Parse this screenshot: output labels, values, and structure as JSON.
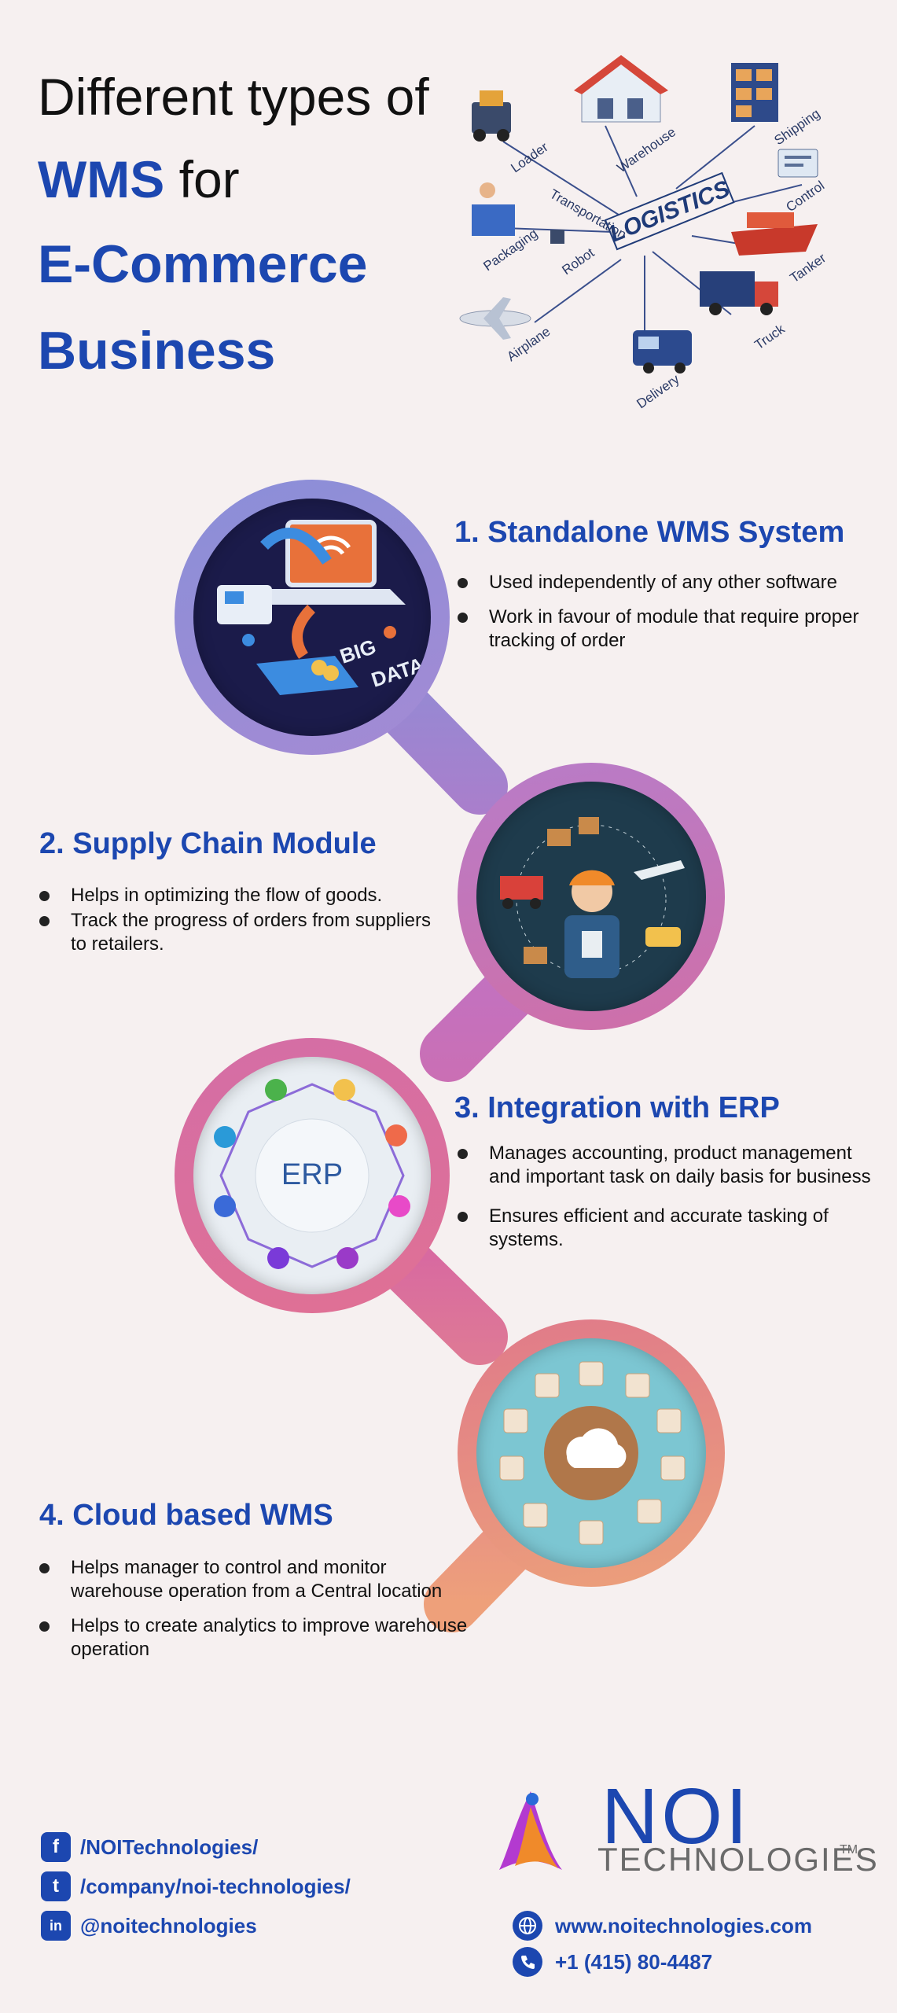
{
  "header": {
    "title_line1": "Different types of",
    "title_wms": "WMS",
    "title_for": "for",
    "title_line3": "E-Commerce",
    "title_line4": "Business"
  },
  "logistics_illustration": {
    "center_label": "LOGISTICS",
    "labels": [
      "Loader",
      "Warehouse",
      "Shipping",
      "Control",
      "Transportation",
      "Packaging",
      "Robot",
      "Tanker",
      "Airplane",
      "Truck",
      "Delivery"
    ]
  },
  "sections": [
    {
      "title": "1. Standalone WMS System",
      "bullets": [
        "Used independently of any other software",
        "Work in favour of module that require proper tracking of order"
      ],
      "image_text": [
        "BIG",
        "DATA"
      ]
    },
    {
      "title": "2. Supply Chain Module",
      "bullets": [
        "Helps in optimizing the flow of goods.",
        "Track the progress of orders from suppliers to retailers."
      ]
    },
    {
      "title": "3. Integration with ERP",
      "bullets": [
        "Manages accounting, product management and important task on daily basis for business",
        "Ensures efficient and accurate tasking of systems."
      ],
      "image_text": "ERP"
    },
    {
      "title": "4. Cloud based WMS",
      "bullets": [
        "Helps manager to control and monitor warehouse operation from a Central location",
        "Helps to create analytics to improve warehouse operation"
      ]
    }
  ],
  "footer": {
    "social": [
      {
        "icon": "facebook-icon",
        "glyph": "f",
        "text": "/NOITechnologies/"
      },
      {
        "icon": "twitter-icon",
        "glyph": "t",
        "text": "/company/noi-technologies/"
      },
      {
        "icon": "linkedin-icon",
        "glyph": "in",
        "text": "@noitechnologies"
      }
    ],
    "logo": {
      "main": "NOI",
      "sub": "TECHNOLOGIES",
      "tm": "TM"
    },
    "contact": [
      {
        "icon": "globe-icon",
        "text": "www.noitechnologies.com"
      },
      {
        "icon": "phone-icon",
        "text": "+1 (415) 80-4487"
      }
    ]
  },
  "colors": {
    "brand_blue": "#1c47b0",
    "background": "#f6f0f0",
    "gradient_purple": "#8a8fd8",
    "gradient_pink": "#d86aa0",
    "gradient_orange": "#eea07a"
  }
}
